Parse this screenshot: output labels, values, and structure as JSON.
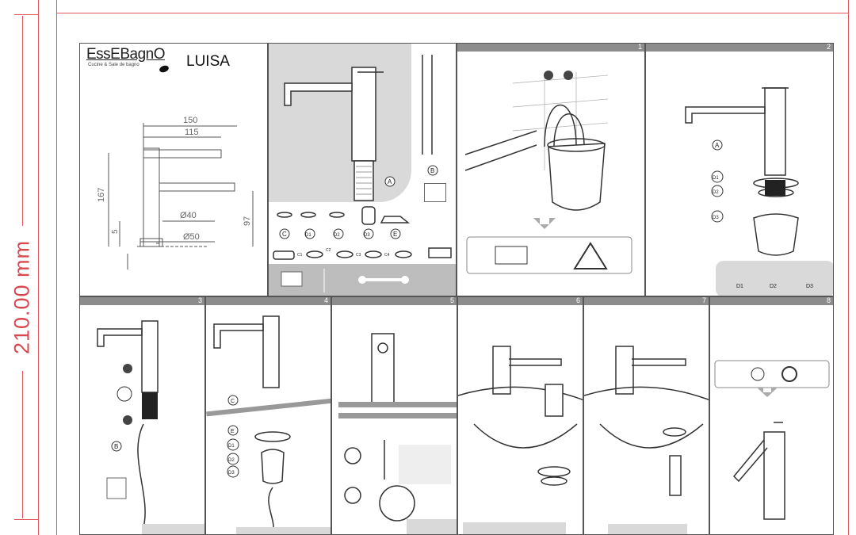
{
  "page": {
    "height_label": "210.00 mm"
  },
  "brand": {
    "name": "EssEBagnO",
    "tagline": "Cucine & Sale de bagno",
    "model": "LUISA"
  },
  "dimensions": {
    "d150": "150",
    "d115": "115",
    "d167": "167",
    "d97": "97",
    "d5": "5",
    "d40": "Ø40",
    "d50": "Ø50"
  },
  "parts": {
    "a": "A",
    "b": "B",
    "c": "C",
    "d1": "D1",
    "d2": "D2",
    "d3": "D3",
    "e": "E",
    "c1": "C1",
    "c2": "C2",
    "c3": "C3",
    "c4": "C4"
  },
  "steps": {
    "s1": "1",
    "s2": "2",
    "s3": "3",
    "s4": "4",
    "s5": "5",
    "s6": "6",
    "s7": "7",
    "s8": "8"
  },
  "colors": {
    "accent": "#e2555a",
    "panel_bar": "#8c8c8c",
    "shade": "#d9d9d9"
  }
}
